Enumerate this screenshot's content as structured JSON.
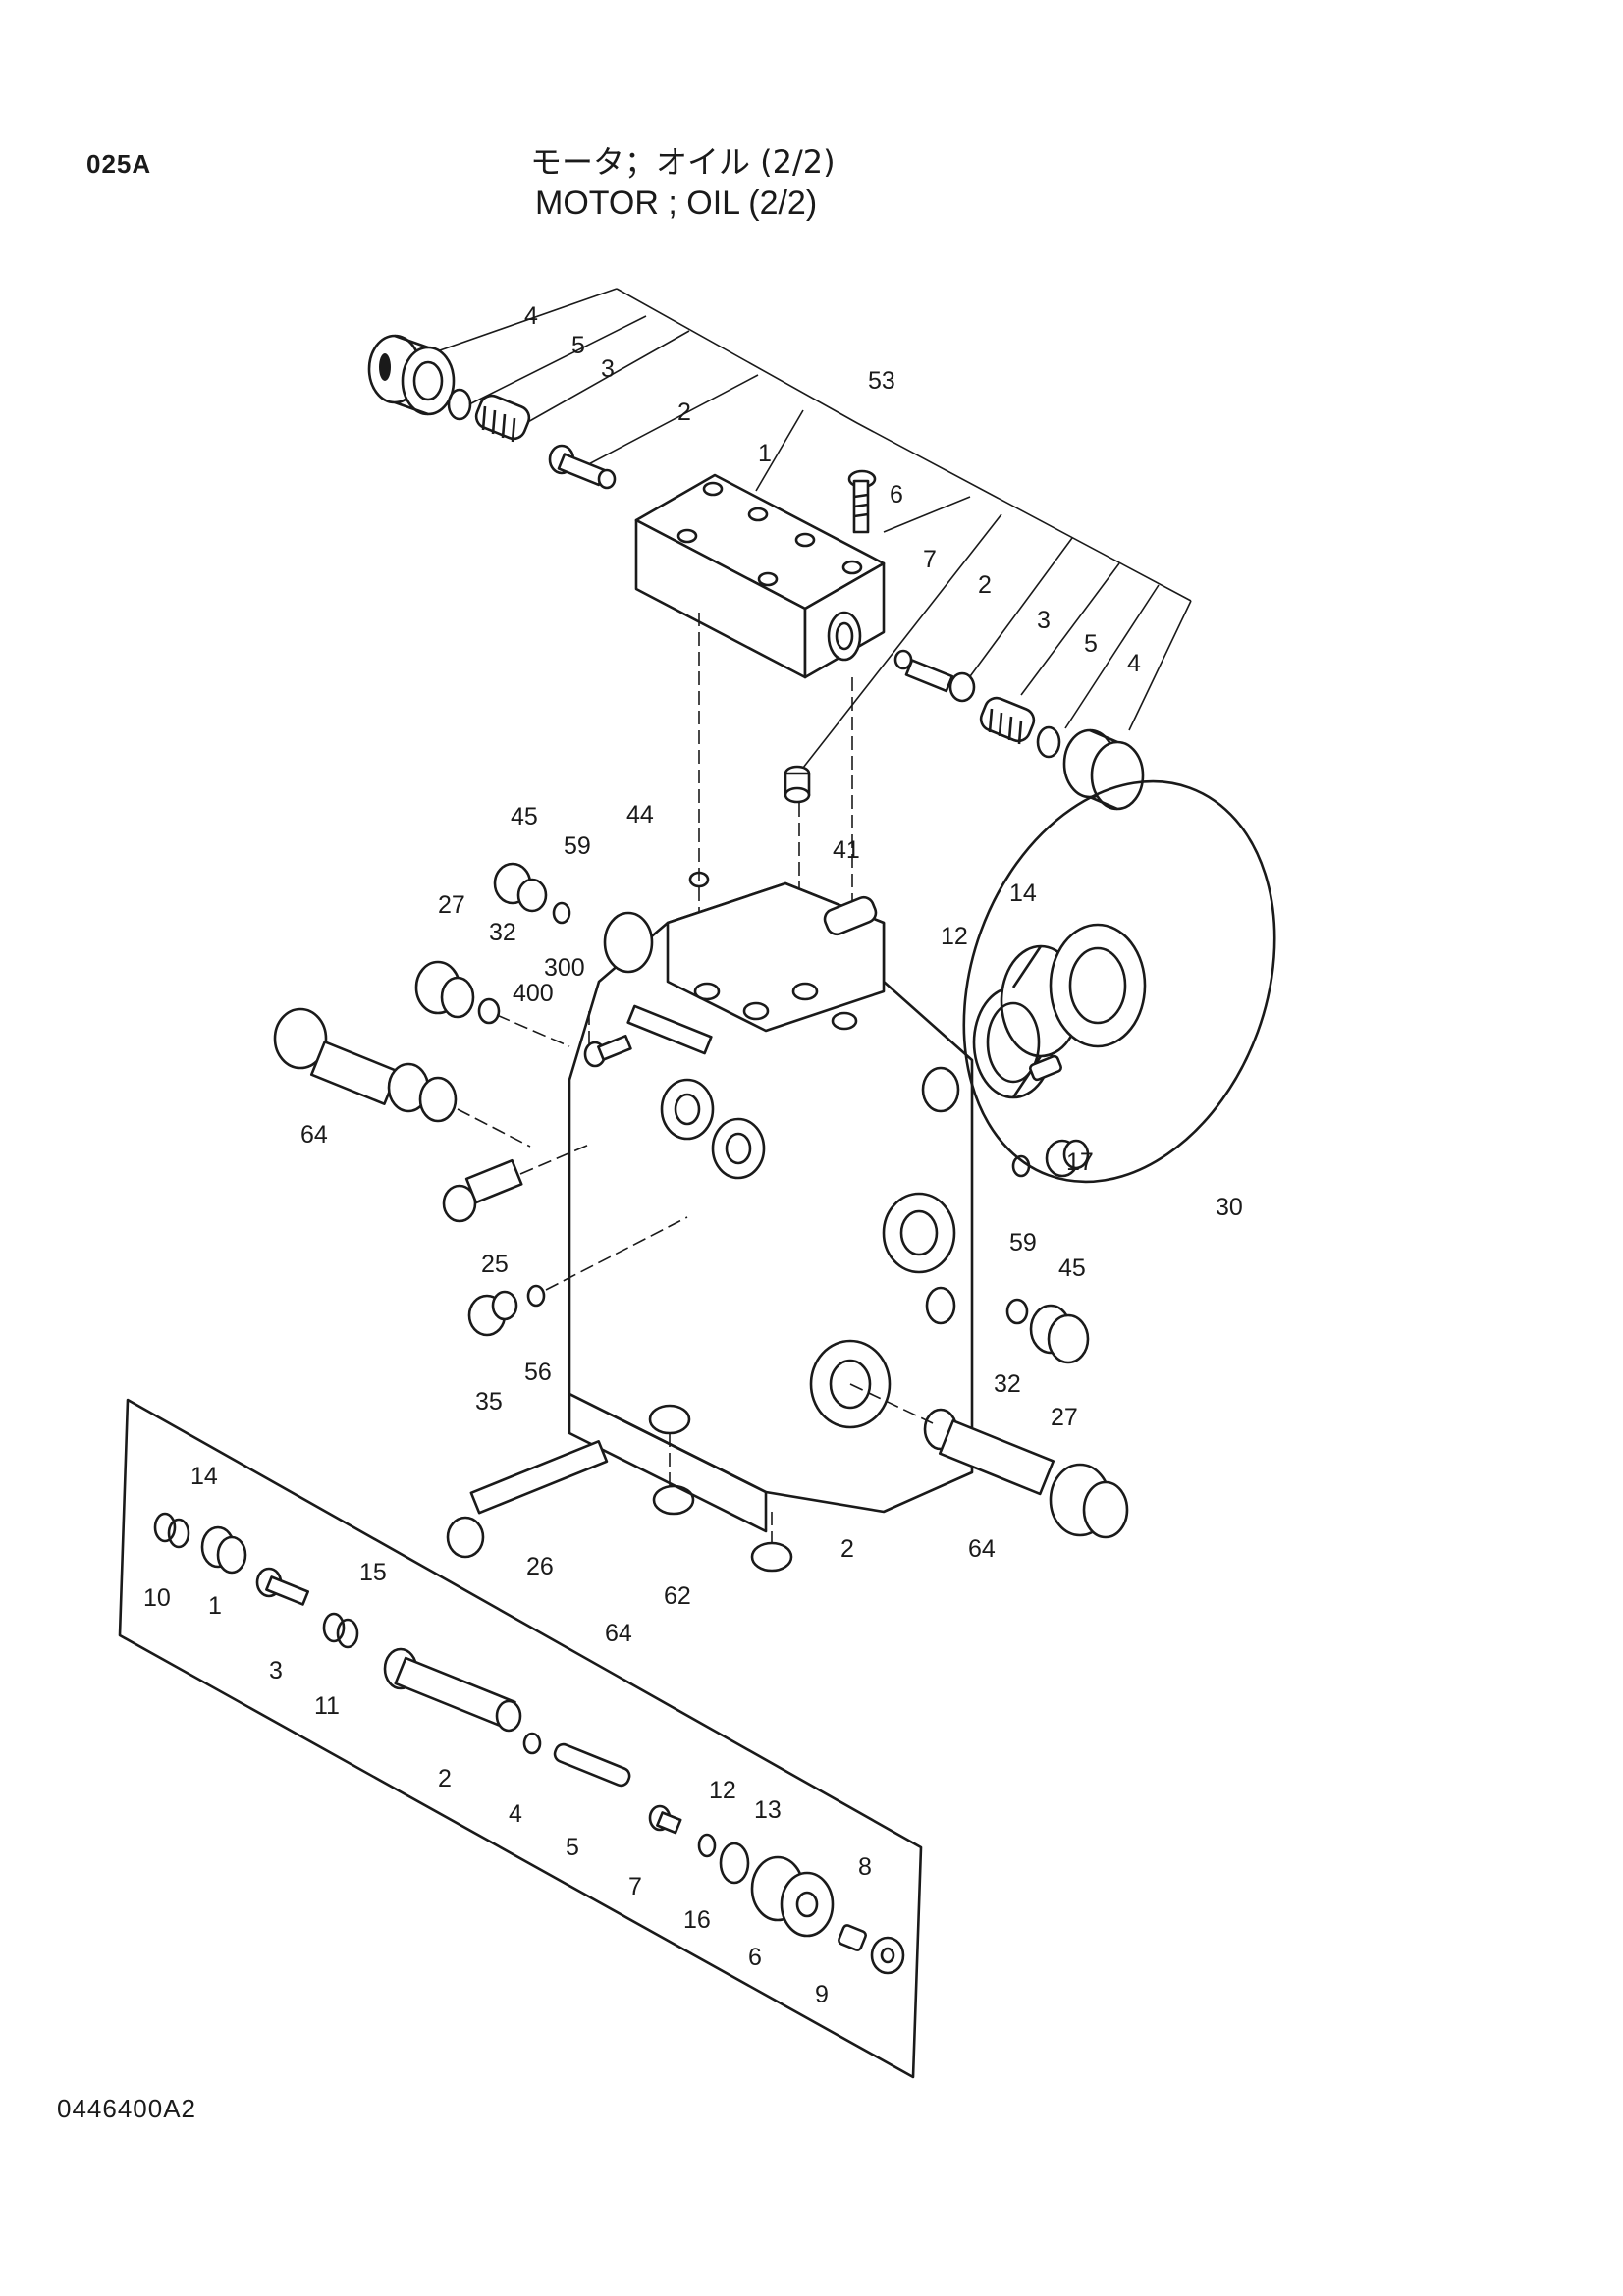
{
  "header": {
    "section_code": "025A",
    "title_jp": "モータ；オイル (2/2)",
    "title_en": "MOTOR ; OIL (2/2)"
  },
  "footer": {
    "figure_number": "0446400A2"
  },
  "callouts": {
    "top_assembly": [
      "4",
      "5",
      "3",
      "2",
      "1",
      "53",
      "6",
      "7",
      "2",
      "3",
      "5",
      "4"
    ],
    "housing": [
      "45",
      "59",
      "44",
      "41",
      "27",
      "32",
      "300",
      "400",
      "64",
      "25",
      "56",
      "35",
      "26",
      "62",
      "2",
      "14",
      "12",
      "17",
      "30",
      "59",
      "45",
      "32",
      "27",
      "64"
    ],
    "valve_exploded": [
      "14",
      "10",
      "1",
      "15",
      "3",
      "11",
      "64",
      "2",
      "4",
      "5",
      "12",
      "13",
      "7",
      "16",
      "8",
      "6",
      "9"
    ]
  }
}
